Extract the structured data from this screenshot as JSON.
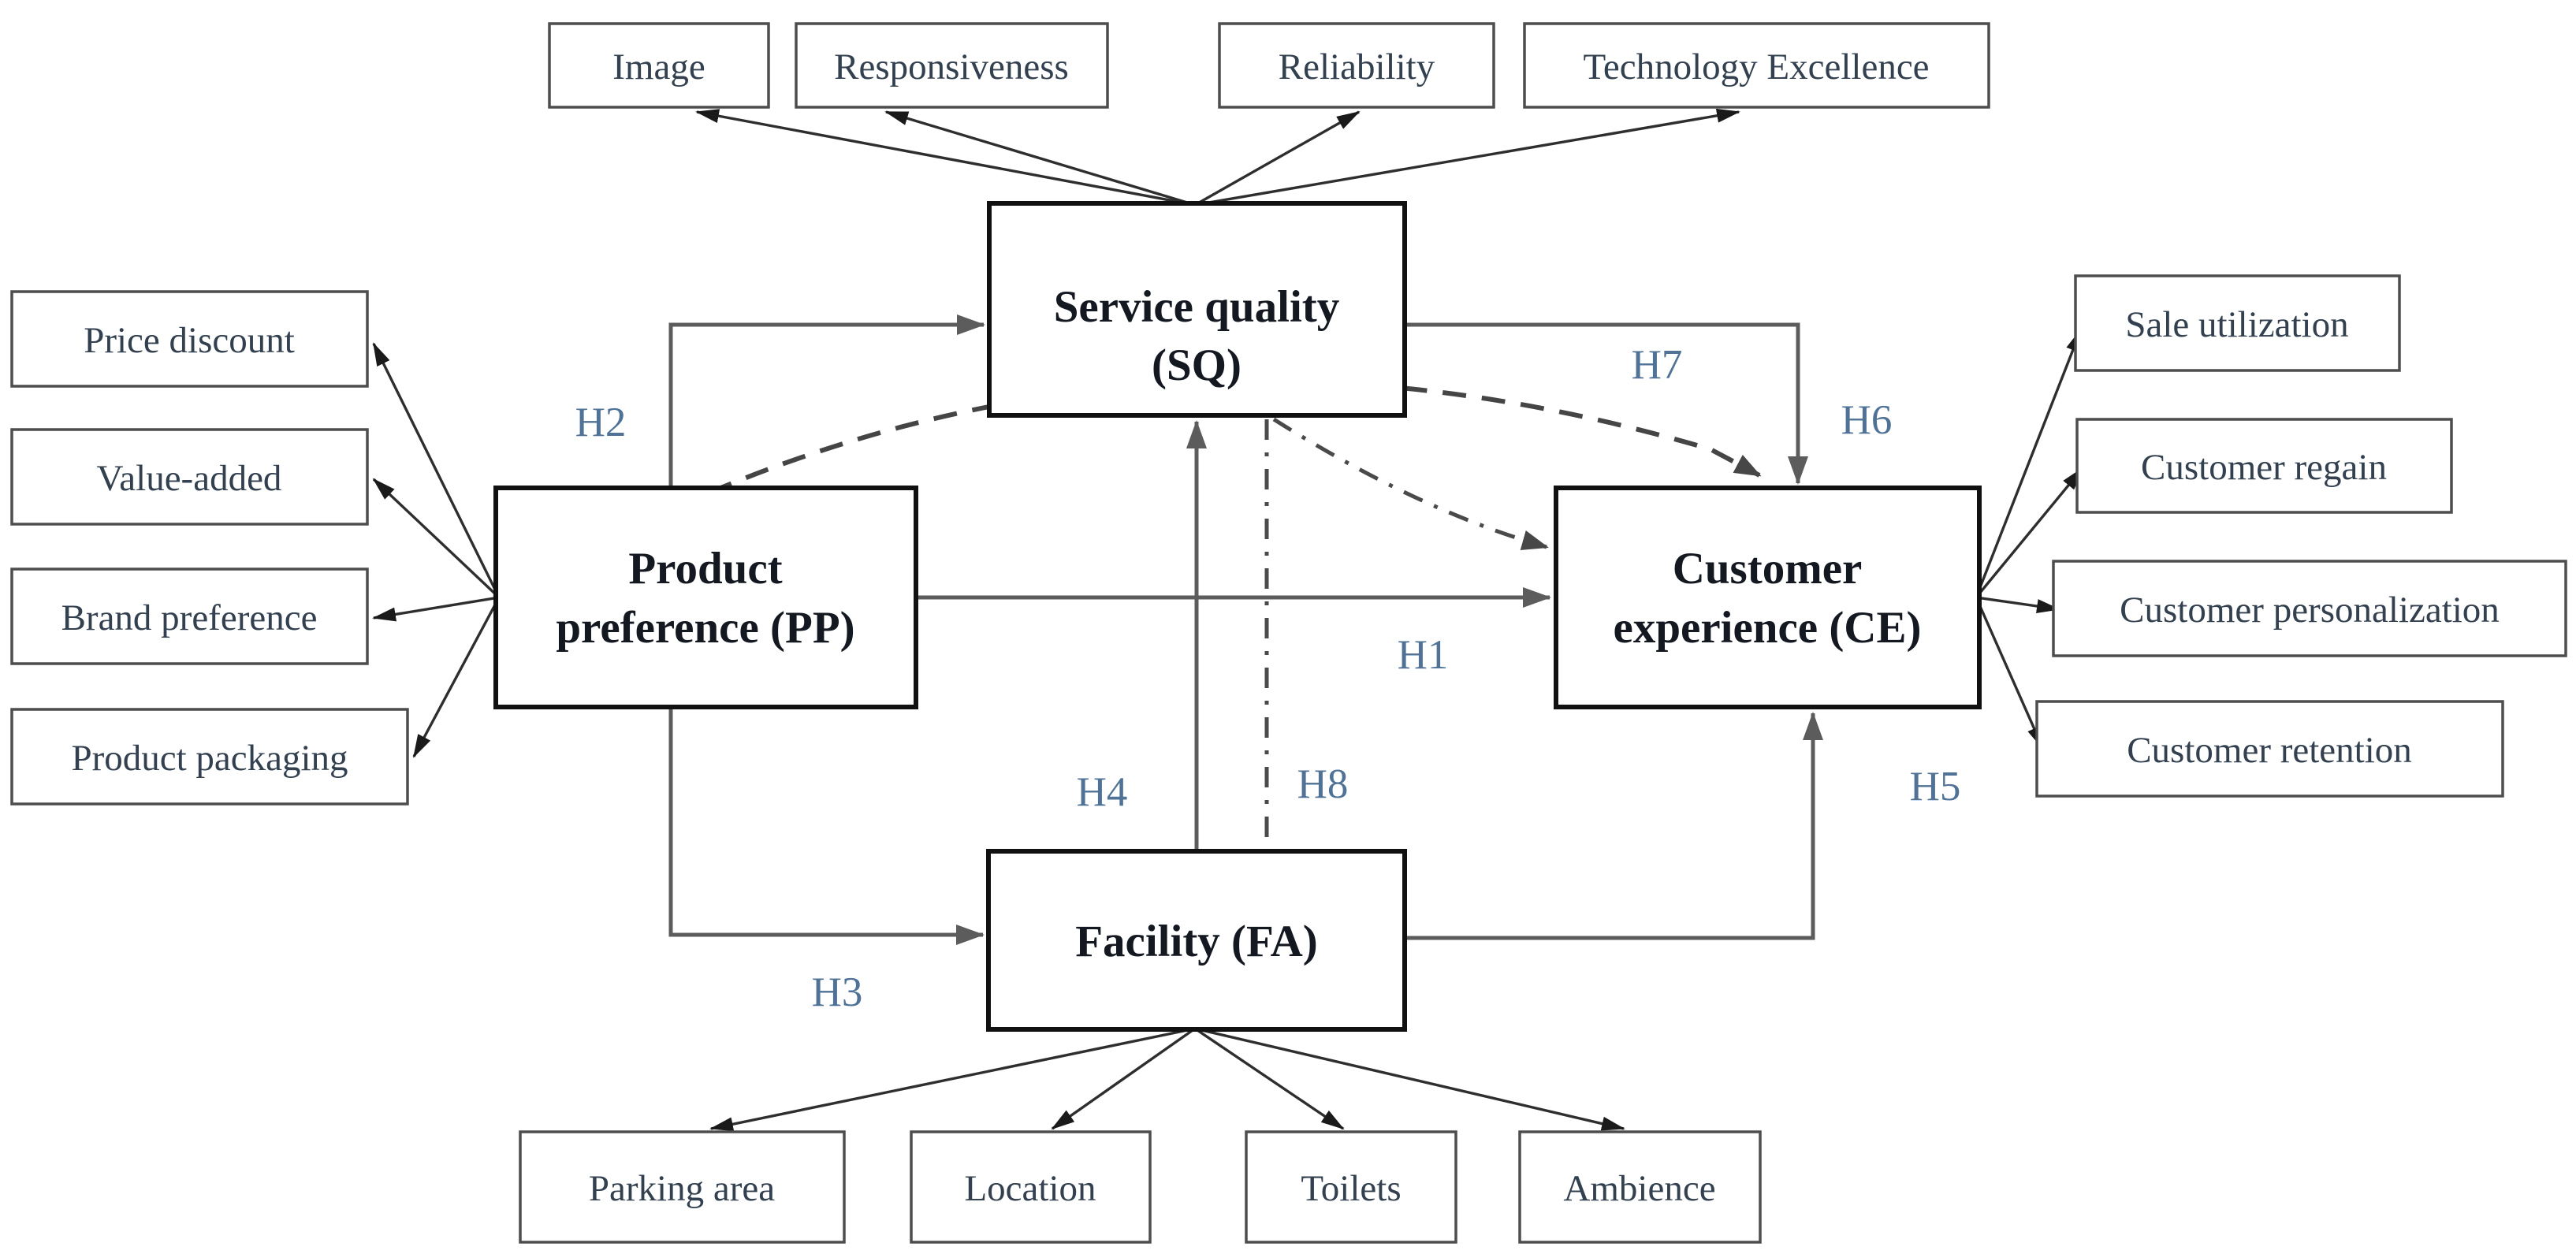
{
  "diagram": {
    "constructs": {
      "sq": {
        "line1": "Service quality",
        "line2": "(SQ)"
      },
      "pp": {
        "line1": "Product",
        "line2": "preference (PP)"
      },
      "ce": {
        "line1": "Customer",
        "line2": "experience (CE)"
      },
      "fa": {
        "line1": "Facility (FA)"
      }
    },
    "indicators": {
      "top": [
        "Image",
        "Responsiveness",
        "Reliability",
        "Technology Excellence"
      ],
      "left": [
        "Price discount",
        "Value-added",
        "Brand preference",
        "Product packaging"
      ],
      "right": [
        "Sale utilization",
        "Customer regain",
        "Customer personalization",
        "Customer retention"
      ],
      "bottom": [
        "Parking area",
        "Location",
        "Toilets",
        "Ambience"
      ]
    },
    "hypotheses": {
      "h1": "H1",
      "h2": "H2",
      "h3": "H3",
      "h4": "H4",
      "h5": "H5",
      "h6": "H6",
      "h7": "H7",
      "h8": "H8"
    },
    "edges": [
      {
        "id": "H1",
        "from": "Product preference (PP)",
        "to": "Customer experience (CE)",
        "style": "solid"
      },
      {
        "id": "H2",
        "from": "Product preference (PP)",
        "to": "Service quality (SQ)",
        "style": "solid"
      },
      {
        "id": "H3",
        "from": "Product preference (PP)",
        "to": "Facility (FA)",
        "style": "solid"
      },
      {
        "id": "H4",
        "from": "Facility (FA)",
        "to": "Service quality (SQ)",
        "style": "solid"
      },
      {
        "id": "H5",
        "from": "Facility (FA)",
        "to": "Customer experience (CE)",
        "style": "solid"
      },
      {
        "id": "H6",
        "from": "Service quality (SQ)",
        "to": "Customer experience (CE)",
        "style": "solid"
      },
      {
        "id": "H7",
        "from": "Product preference (PP)",
        "to": "Customer experience (CE)",
        "style": "dashed-curve"
      },
      {
        "id": "H8",
        "from": "Service quality (SQ)",
        "to": "Facility (FA)",
        "style": "dash-dot"
      },
      {
        "id": "sq-ce-mediated",
        "from": "Service quality (SQ)",
        "to": "Customer experience (CE)",
        "style": "dash-dot-curve"
      }
    ],
    "colors": {
      "background": "#ffffff",
      "solid_edge": "#5c5c5c",
      "dashed_edge": "#454545",
      "indicator_edge": "#2e2e2e",
      "construct_border": "#111111",
      "indicator_border": "#4d4d4d",
      "construct_text": "#141821",
      "indicator_text": "#33404f",
      "hypothesis_text": "#4f7296"
    }
  }
}
